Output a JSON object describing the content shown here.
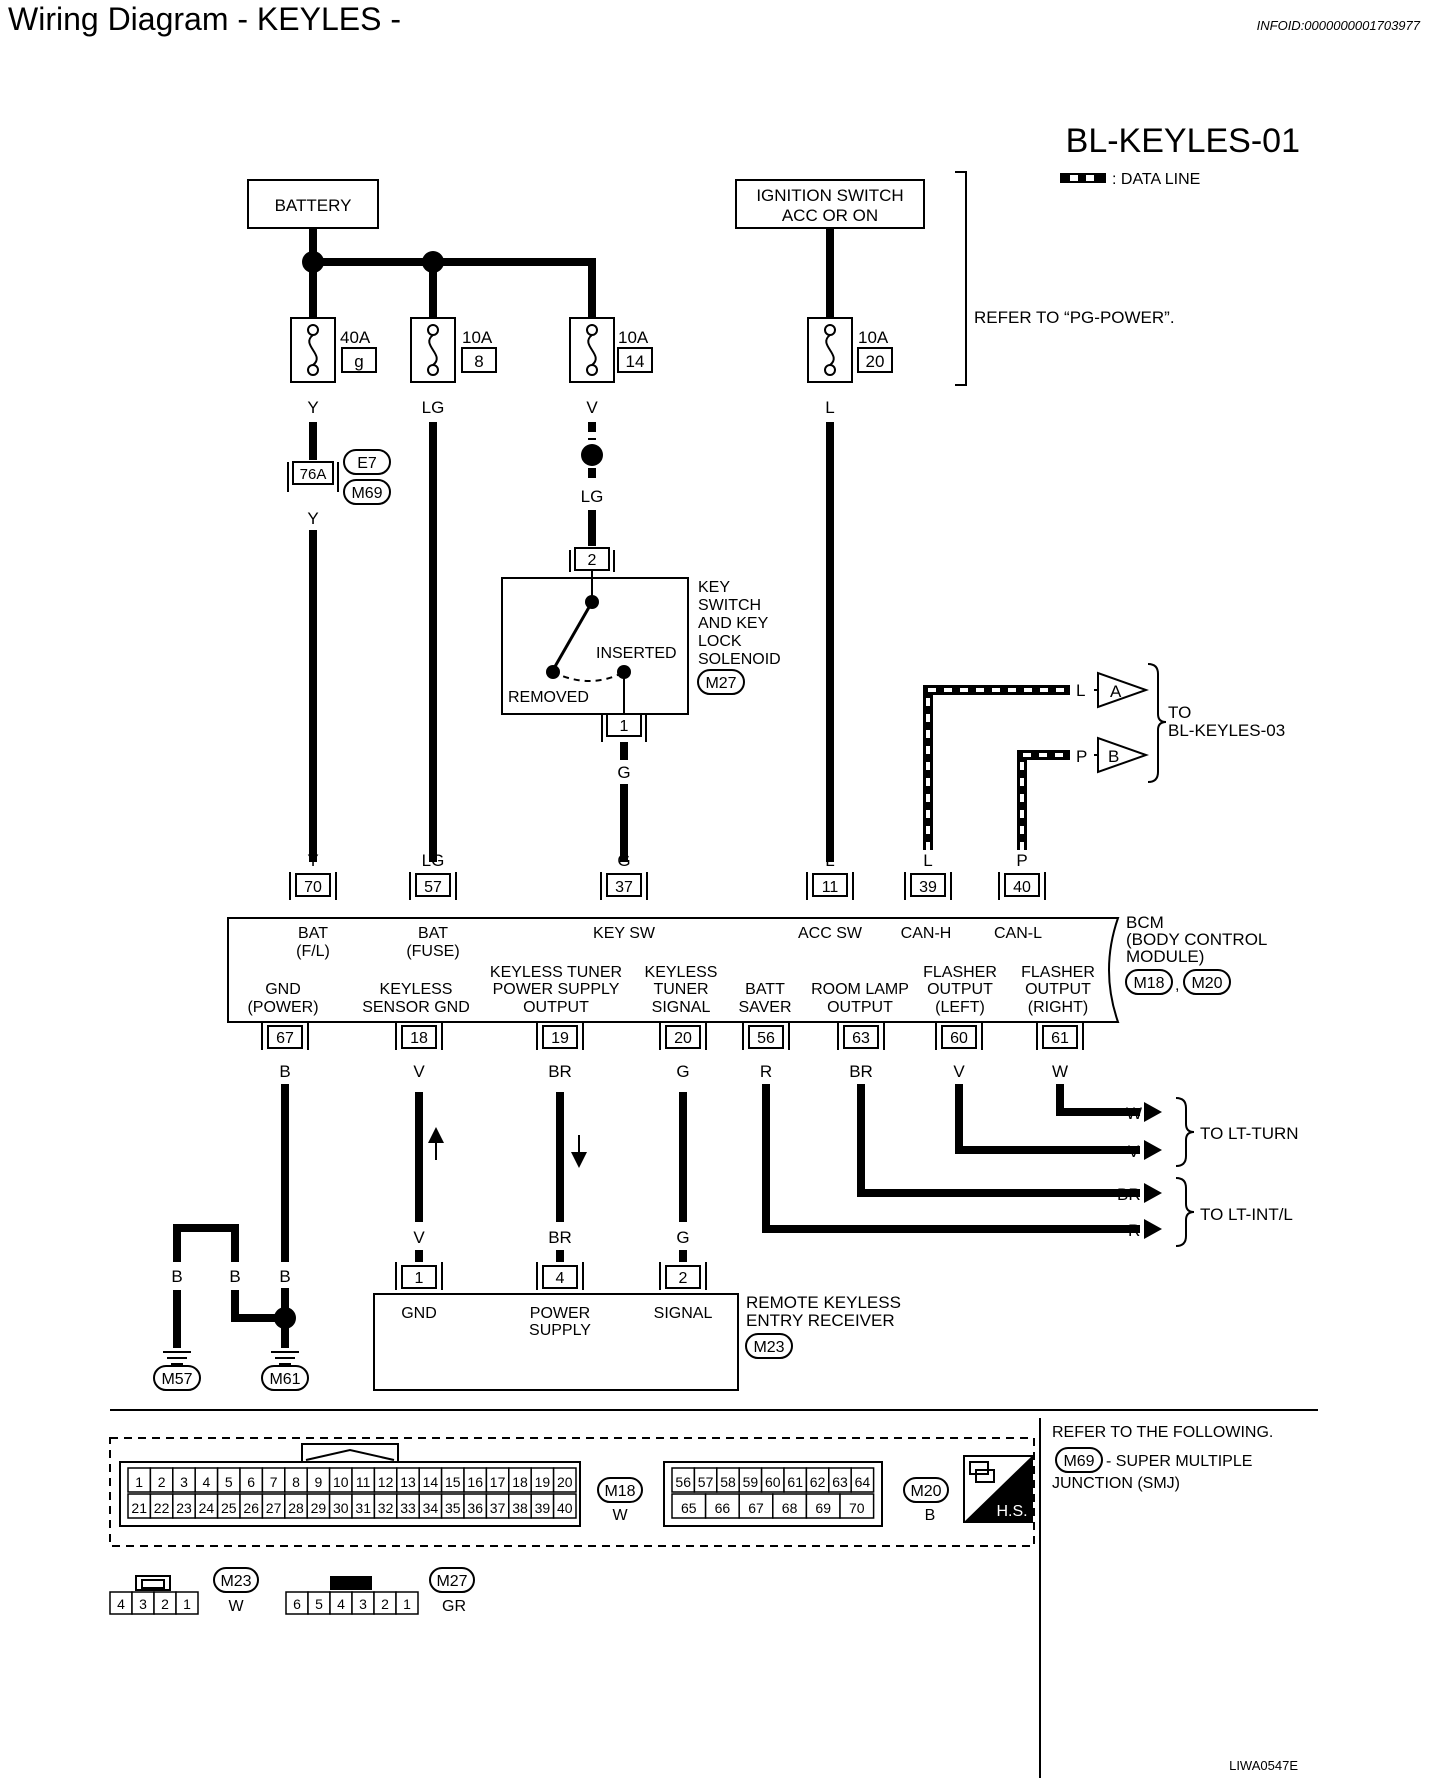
{
  "header": {
    "title": "Wiring Diagram - KEYLES -",
    "infoid": "INFOID:0000000001703977",
    "diagram_id": "BL-KEYLES-01",
    "legend_data_line": ": DATA LINE",
    "footer_code": "LIWA0547E"
  },
  "power": {
    "battery": "BATTERY",
    "ignition_line1": "IGNITION SWITCH",
    "ignition_line2": "ACC OR ON",
    "refer_pg_power": "REFER TO “PG-POWER”."
  },
  "fuses": [
    {
      "amp": "40A",
      "num": "g",
      "wire": "Y"
    },
    {
      "amp": "10A",
      "num": "8",
      "wire": "LG"
    },
    {
      "amp": "10A",
      "num": "14",
      "wire": "V"
    },
    {
      "amp": "10A",
      "num": "20",
      "wire": "L"
    }
  ],
  "joint": {
    "pin": "76A",
    "conn1": "E7",
    "conn2": "M69",
    "wire_below": "Y"
  },
  "key_switch": {
    "wire_in": "LG",
    "pin_top": "2",
    "pin_bottom": "1",
    "wire_out": "G",
    "inserted": "INSERTED",
    "removed": "REMOVED",
    "name_lines": [
      "KEY",
      "SWITCH",
      "AND KEY",
      "LOCK",
      "SOLENOID"
    ],
    "conn": "M27"
  },
  "can": {
    "wire_h": "L",
    "wire_l": "P",
    "tag_a": "A",
    "tag_b": "B",
    "to_line1": "TO",
    "to_line2": "BL-KEYLES-03"
  },
  "bcm": {
    "name_lines": [
      "BCM",
      "(BODY CONTROL",
      "MODULE)"
    ],
    "conn1": "M18",
    "conn2": "M20",
    "sep": ",",
    "top_pins": [
      {
        "wire": "Y",
        "pin": "70",
        "label1": "BAT",
        "label2": "(F/L)"
      },
      {
        "wire": "LG",
        "pin": "57",
        "label1": "BAT",
        "label2": "(FUSE)"
      },
      {
        "wire": "G",
        "pin": "37",
        "label1": "KEY SW",
        "label2": ""
      },
      {
        "wire": "L",
        "pin": "11",
        "label1": "ACC SW",
        "label2": ""
      },
      {
        "wire": "L",
        "pin": "39",
        "label1": "CAN-H",
        "label2": ""
      },
      {
        "wire": "P",
        "pin": "40",
        "label1": "CAN-L",
        "label2": ""
      }
    ],
    "bottom_pins": [
      {
        "pin": "67",
        "wire": "B",
        "l1": "",
        "l2": "GND",
        "l3": "(POWER)"
      },
      {
        "pin": "18",
        "wire": "V",
        "l1": "",
        "l2": "KEYLESS",
        "l3": "SENSOR GND"
      },
      {
        "pin": "19",
        "wire": "BR",
        "l1": "KEYLESS TUNER",
        "l2": "POWER SUPPLY",
        "l3": "OUTPUT"
      },
      {
        "pin": "20",
        "wire": "G",
        "l1": "KEYLESS",
        "l2": "TUNER",
        "l3": "SIGNAL"
      },
      {
        "pin": "56",
        "wire": "R",
        "l1": "",
        "l2": "BATT",
        "l3": "SAVER"
      },
      {
        "pin": "63",
        "wire": "BR",
        "l1": "",
        "l2": "ROOM LAMP",
        "l3": "OUTPUT"
      },
      {
        "pin": "60",
        "wire": "V",
        "l1": "FLASHER",
        "l2": "OUTPUT",
        "l3": "(LEFT)"
      },
      {
        "pin": "61",
        "wire": "W",
        "l1": "FLASHER",
        "l2": "OUTPUT",
        "l3": "(RIGHT)"
      }
    ]
  },
  "outputs": {
    "w": "W",
    "v": "V",
    "br": "BR",
    "r": "R",
    "to_lt_turn": "TO LT-TURN",
    "to_lt_int": "TO LT-INT/L"
  },
  "ground": {
    "wire": "B",
    "m57": "M57",
    "m61": "M61"
  },
  "receiver": {
    "wire_gnd": "V",
    "wire_ps": "BR",
    "wire_sig": "G",
    "pin_gnd": "1",
    "pin_ps": "4",
    "pin_sig": "2",
    "gnd": "GND",
    "ps1": "POWER",
    "ps2": "SUPPLY",
    "sig": "SIGNAL",
    "name1": "REMOTE KEYLESS",
    "name2": "ENTRY RECEIVER",
    "conn": "M23"
  },
  "connectors": {
    "m18_top": [
      "1",
      "2",
      "3",
      "4",
      "5",
      "6",
      "7",
      "8",
      "9",
      "10",
      "11",
      "12",
      "13",
      "14",
      "15",
      "16",
      "17",
      "18",
      "19",
      "20"
    ],
    "m18_bottom": [
      "21",
      "22",
      "23",
      "24",
      "25",
      "26",
      "27",
      "28",
      "29",
      "30",
      "31",
      "32",
      "33",
      "34",
      "35",
      "36",
      "37",
      "38",
      "39",
      "40"
    ],
    "m18": "M18",
    "m18_color": "W",
    "m20_top": [
      "56",
      "57",
      "58",
      "59",
      "60",
      "61",
      "62",
      "63",
      "64"
    ],
    "m20_bottom": [
      "65",
      "66",
      "67",
      "68",
      "69",
      "70"
    ],
    "m20": "M20",
    "m20_color": "B",
    "hs": "H.S.",
    "m23_pins": [
      "4",
      "3",
      "2",
      "1"
    ],
    "m23": "M23",
    "m23_color": "W",
    "m27_pins": [
      "6",
      "5",
      "4",
      "3",
      "2",
      "1"
    ],
    "m27": "M27",
    "m27_color": "GR"
  },
  "refer_box": {
    "line1": "REFER TO THE FOLLOWING.",
    "conn": "M69",
    "line2": "- SUPER MULTIPLE",
    "line3": "JUNCTION (SMJ)"
  }
}
